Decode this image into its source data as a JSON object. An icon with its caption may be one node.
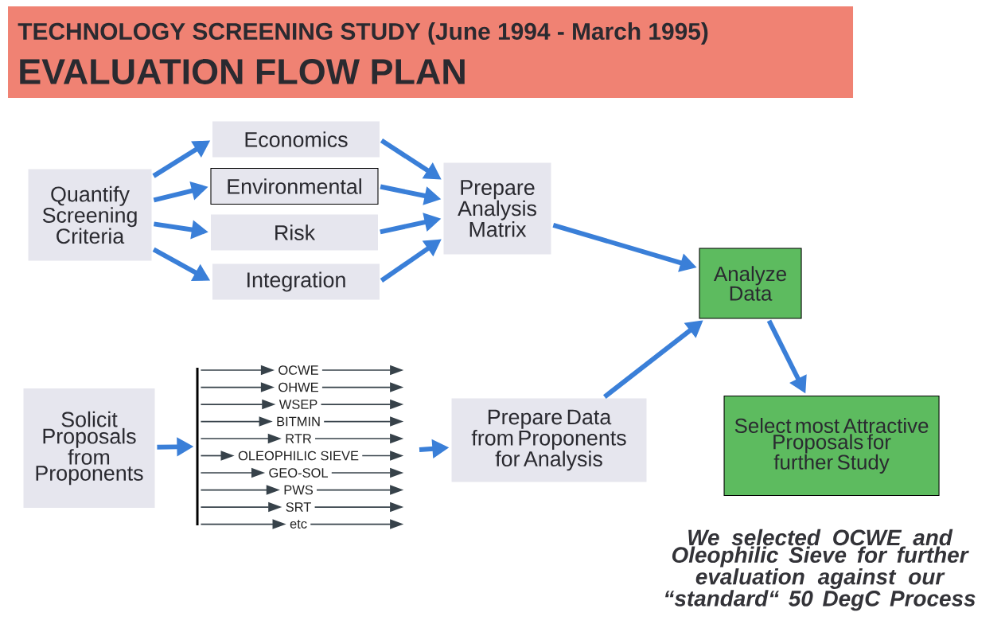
{
  "diagram": {
    "title": "TECHNOLOGY SCREENING STUDY (June 1994 - March 1995)",
    "nodes": [
      {
        "text": [
          "Quantify Screening Criteria"
        ]
      },
      {
        "text": [
          "Economics"
        ]
      },
      {
        "text": [
          "Environmental"
        ]
      },
      {
        "text": [
          "Risk"
        ]
      },
      {
        "text": [
          "Integration"
        ]
      },
      {
        "text": [
          "Prepare Analysis Matrix"
        ]
      },
      {
        "text": [
          "Analyze Data"
        ]
      },
      {
        "text": [
          "Solicit Proposals from Proponents"
        ]
      },
      {
        "text": [],
        "shape": "bar"
      },
      {
        "text": [
          "OCWE"
        ]
      },
      {
        "text": [
          "OHWE"
        ]
      },
      {
        "text": [
          "WSEP"
        ]
      },
      {
        "text": [
          "BITMIN"
        ]
      },
      {
        "text": [
          "RTR"
        ]
      },
      {
        "text": [
          "OLEOPHILIC SIEVE"
        ]
      },
      {
        "text": [
          "GEO-SOL"
        ]
      },
      {
        "text": [
          "PWS"
        ]
      },
      {
        "text": [
          "SRT"
        ]
      },
      {
        "text": [
          "etc"
        ]
      },
      {
        "text": [
          "Prepare Data from Proponents for Analysis"
        ]
      },
      {
        "text": [
          "Select most Attractive Proposals for further Study"
        ]
      }
    ],
    "edges": [
      {
        "from": 0,
        "to": 1,
        "arrow": "to",
        "style": "thick",
        "color": "#3a7fd8"
      },
      {
        "from": 0,
        "to": 2,
        "arrow": "to",
        "style": "thick",
        "color": "#3a7fd8"
      },
      {
        "from": 0,
        "to": 3,
        "arrow": "to",
        "style": "thick",
        "color": "#3a7fd8"
      },
      {
        "from": 0,
        "to": 4,
        "arrow": "to",
        "style": "thick",
        "color": "#3a7fd8"
      },
      {
        "from": 1,
        "to": 5,
        "arrow": "to",
        "style": "thick",
        "color": "#3a7fd8"
      },
      {
        "from": 2,
        "to": 5,
        "arrow": "to",
        "style": "thick",
        "color": "#3a7fd8"
      },
      {
        "from": 3,
        "to": 5,
        "arrow": "to",
        "style": "thick",
        "color": "#3a7fd8"
      },
      {
        "from": 4,
        "to": 5,
        "arrow": "to",
        "style": "thick",
        "color": "#3a7fd8"
      },
      {
        "from": 5,
        "to": 6,
        "arrow": "to",
        "style": "thick",
        "color": "#3a7fd8"
      },
      {
        "from": 7,
        "to": 8,
        "arrow": "to",
        "style": "thick",
        "color": "#3a7fd8"
      },
      {
        "from": 8,
        "to": 9,
        "arrow": "to"
      },
      {
        "from": 8,
        "to": 10,
        "arrow": "to"
      },
      {
        "from": 8,
        "to": 11,
        "arrow": "to"
      },
      {
        "from": 8,
        "to": 12,
        "arrow": "to"
      },
      {
        "from": 8,
        "to": 13,
        "arrow": "to"
      },
      {
        "from": 8,
        "to": 14,
        "arrow": "to"
      },
      {
        "from": 8,
        "to": 15,
        "arrow": "to"
      },
      {
        "from": 8,
        "to": 16,
        "arrow": "to"
      },
      {
        "from": 8,
        "to": 17,
        "arrow": "to"
      },
      {
        "from": 8,
        "to": 18,
        "arrow": "to"
      },
      {
        "from": 9,
        "to": null,
        "arrow": "to"
      },
      {
        "from": 10,
        "to": null,
        "arrow": "to"
      },
      {
        "from": 11,
        "to": null,
        "arrow": "to"
      },
      {
        "from": 12,
        "to": null,
        "arrow": "to"
      },
      {
        "from": 13,
        "to": null,
        "arrow": "to"
      },
      {
        "from": 14,
        "to": null,
        "arrow": "to"
      },
      {
        "from": 15,
        "to": null,
        "arrow": "to"
      },
      {
        "from": 16,
        "to": null,
        "arrow": "to"
      },
      {
        "from": 17,
        "to": null,
        "arrow": "to"
      },
      {
        "from": 18,
        "to": null,
        "arrow": "to"
      },
      {
        "from": null,
        "to": 19,
        "arrow": "to",
        "style": "thick",
        "color": "#3a7fd8"
      },
      {
        "from": 19,
        "to": 6,
        "arrow": "to",
        "style": "thick",
        "color": "#3a7fd8"
      },
      {
        "from": 6,
        "to": 20,
        "arrow": "to",
        "style": "thick",
        "color": "#3a7fd8"
      }
    ],
    "labels": [
      "EVALUATION FLOW PLAN",
      "We selected OCWE and Oleophilic Sieve for further evaluation against our “standard“ 50 DegC Process"
    ]
  }
}
